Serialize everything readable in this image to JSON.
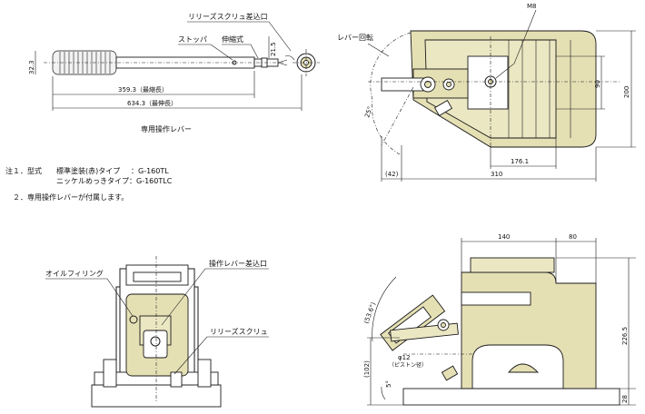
{
  "lever": {
    "callout_release_slot": "リリーズスクリュ差込口",
    "callout_stopper": "ストッパ",
    "callout_telescopic": "伸縮式",
    "dim_dia": "32.3",
    "dim_shaft": "21.5",
    "dim_min_len": "359.3（最縮長）",
    "dim_max_len": "634.3（最伸長）",
    "caption": "専用操作レバー"
  },
  "top_view": {
    "label_m8": "M8",
    "label_lever_rot": "レバー回転",
    "dim_angle": "25°",
    "dim_height_total": "200",
    "dim_height_inner": "90",
    "dim_offset": "(42)",
    "dim_width_total": "310",
    "dim_body": "176.1"
  },
  "notes": {
    "n1_head": "注１．型式",
    "n1_std": "標準塗装(赤)タイプ",
    "n1_std_model": "：G-160TL",
    "n1_nickel": "ニッケルめっきタイプ：G-160TLC",
    "n2": "２．専用操作レバーが付属します。"
  },
  "front_view": {
    "callout_oil": "オイルフィリング",
    "callout_lever_slot": "操作レバー差込口",
    "callout_release": "リリーズスクリュ"
  },
  "side_view": {
    "dim_top_left": "140",
    "dim_top_right": "80",
    "dim_height": "226.5",
    "dim_angle": "(53.6°)",
    "dim_piston": "φ12",
    "dim_piston_note": "（ピストン径）",
    "dim_low": "(102)",
    "dim_tilt": "5°",
    "dim_base": "28"
  }
}
